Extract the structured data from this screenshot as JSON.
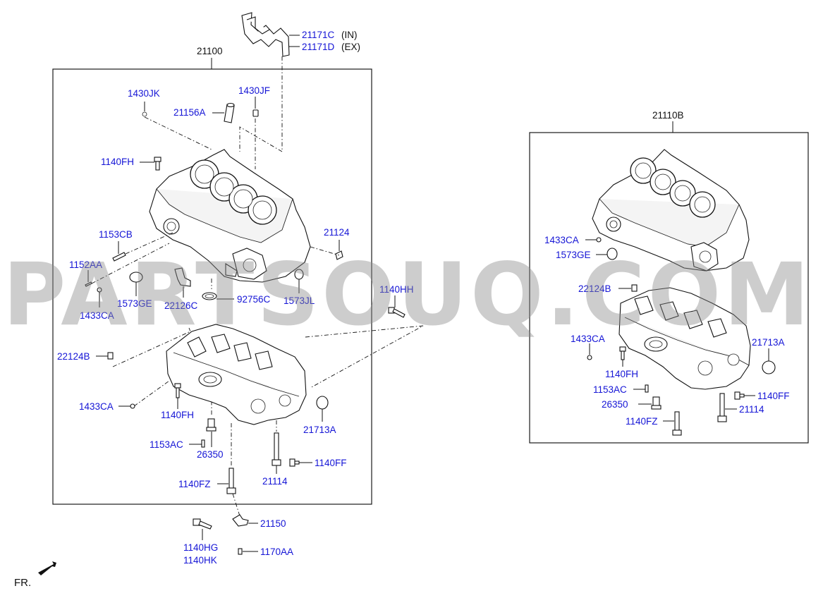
{
  "watermark": "PARTSOUQ.COM",
  "orientation_label": "FR.",
  "assemblies": {
    "left": "21100",
    "right": "21110B"
  },
  "gaskets": {
    "intake": "21171C",
    "intake_suffix": "(IN)",
    "exhaust": "21171D",
    "exhaust_suffix": "(EX)"
  },
  "left_labels": {
    "p1430JK": "1430JK",
    "p1430JF": "1430JF",
    "p21156A": "21156A",
    "p1140FH_top": "1140FH",
    "p1153CB": "1153CB",
    "p21124": "21124",
    "p1152AA": "1152AA",
    "p1433CA_upper": "1433CA",
    "p1573GE": "1573GE",
    "p22126C": "22126C",
    "p92756C": "92756C",
    "p1573JL": "1573JL",
    "p1140HH": "1140HH",
    "p22124B": "22124B",
    "p1433CA_lower": "1433CA",
    "p1140FH_lower": "1140FH",
    "p21713A": "21713A",
    "p1153AC": "1153AC",
    "p26350": "26350",
    "p1140FF": "1140FF",
    "p21114": "21114",
    "p1140FZ": "1140FZ",
    "p21150": "21150",
    "p1140HG": "1140HG",
    "p1140HK": "1140HK",
    "p1170AA": "1170AA"
  },
  "right_labels": {
    "p1433CA_a": "1433CA",
    "p1573GE": "1573GE",
    "p22124B": "22124B",
    "p1433CA_b": "1433CA",
    "p21713A": "21713A",
    "p1140FH": "1140FH",
    "p1153AC": "1153AC",
    "p1140FF": "1140FF",
    "p26350": "26350",
    "p21114": "21114",
    "p1140FZ": "1140FZ"
  },
  "colors": {
    "label": "#1515d6",
    "line": "#111111",
    "watermark": "#8a8a8a"
  }
}
